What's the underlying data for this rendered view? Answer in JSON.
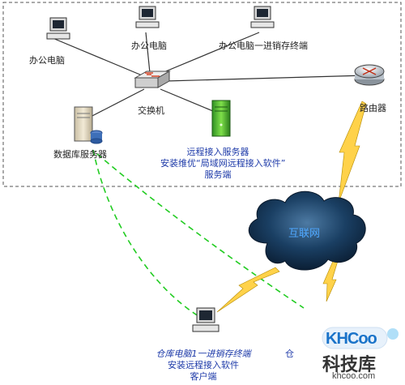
{
  "nodes": {
    "office_pc_1": "办公电脑",
    "office_pc_2": "办公电脑",
    "office_pc_3": "办公电脑一进销存终端",
    "switch": "交换机",
    "router": "路由器",
    "db_server": "数据库服务器",
    "remote_server_line1": "远程接入服务器",
    "remote_server_line2": "安装维优“局域网远程接入软件”",
    "remote_server_line3": "服务端",
    "internet": "互联网",
    "warehouse_line1": "仓库电脑1一进销存终端",
    "warehouse_line2": "安装远程接入软件",
    "warehouse_line3": "客户端",
    "partial_right": "仓"
  },
  "watermark": {
    "logo": "KHCoo",
    "name_cn": "科技库",
    "domain": "khcoo.com"
  },
  "colors": {
    "lan_border": "#555555",
    "vpn_line": "#22cc22",
    "lightning": "#ffd24a",
    "cloud": "#0d2c4a",
    "label_blue": "#1c39a8"
  }
}
